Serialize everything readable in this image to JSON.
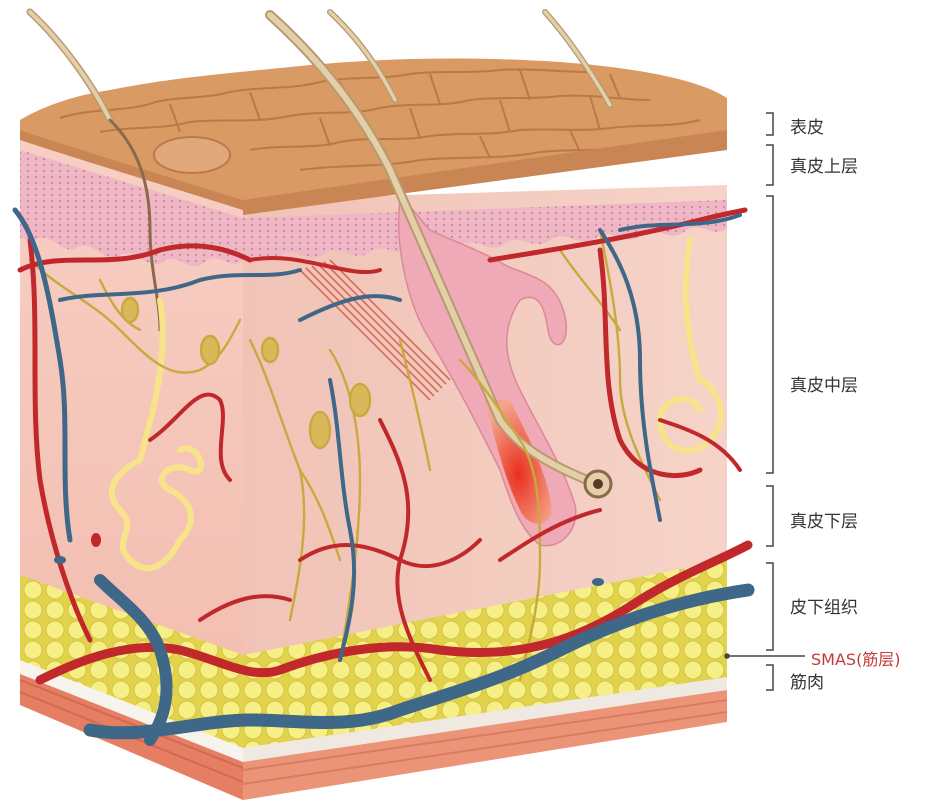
{
  "labels": {
    "epidermis": "表皮",
    "upper_dermis": "真皮上层",
    "middle_dermis": "真皮中层",
    "lower_dermis": "真皮下层",
    "subcutaneous": "皮下组织",
    "smas": "SMAS(筋层)",
    "muscle": "筋肉"
  },
  "colors": {
    "epidermis_top": "#d99a63",
    "dermis": "#f4c2b7",
    "papillary": "#e7aebd",
    "fat": "#f2e86b",
    "artery": "#c0282b",
    "vein": "#3f6788",
    "nerve": "#c9a93d",
    "muscle": "#e57e63",
    "smas_label": "#c23b3b"
  }
}
